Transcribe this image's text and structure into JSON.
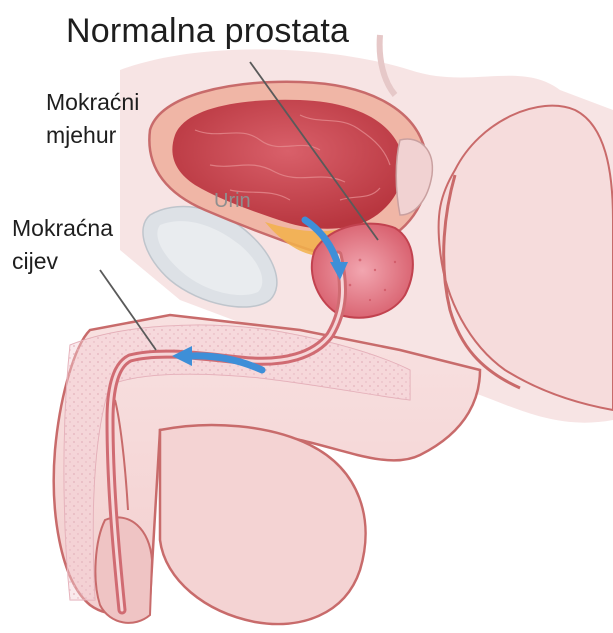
{
  "title": "Normalna prostata",
  "labels": {
    "bladder_line1": "Mokraćni",
    "bladder_line2": "mjehur",
    "urethra_line1": "Mokraćna",
    "urethra_line2": "cijev",
    "urine": "Urin"
  },
  "colors": {
    "skin": "#f5d6d6",
    "skin_outline": "#c86b6b",
    "bladder_inner": "#c94a52",
    "prostate": "#e07a86",
    "urine_flow": "#f2b24a",
    "arrow": "#3e8fd8",
    "pubic_bone": "#d8dde3",
    "spongy_tissue": "#f1c7cf"
  }
}
